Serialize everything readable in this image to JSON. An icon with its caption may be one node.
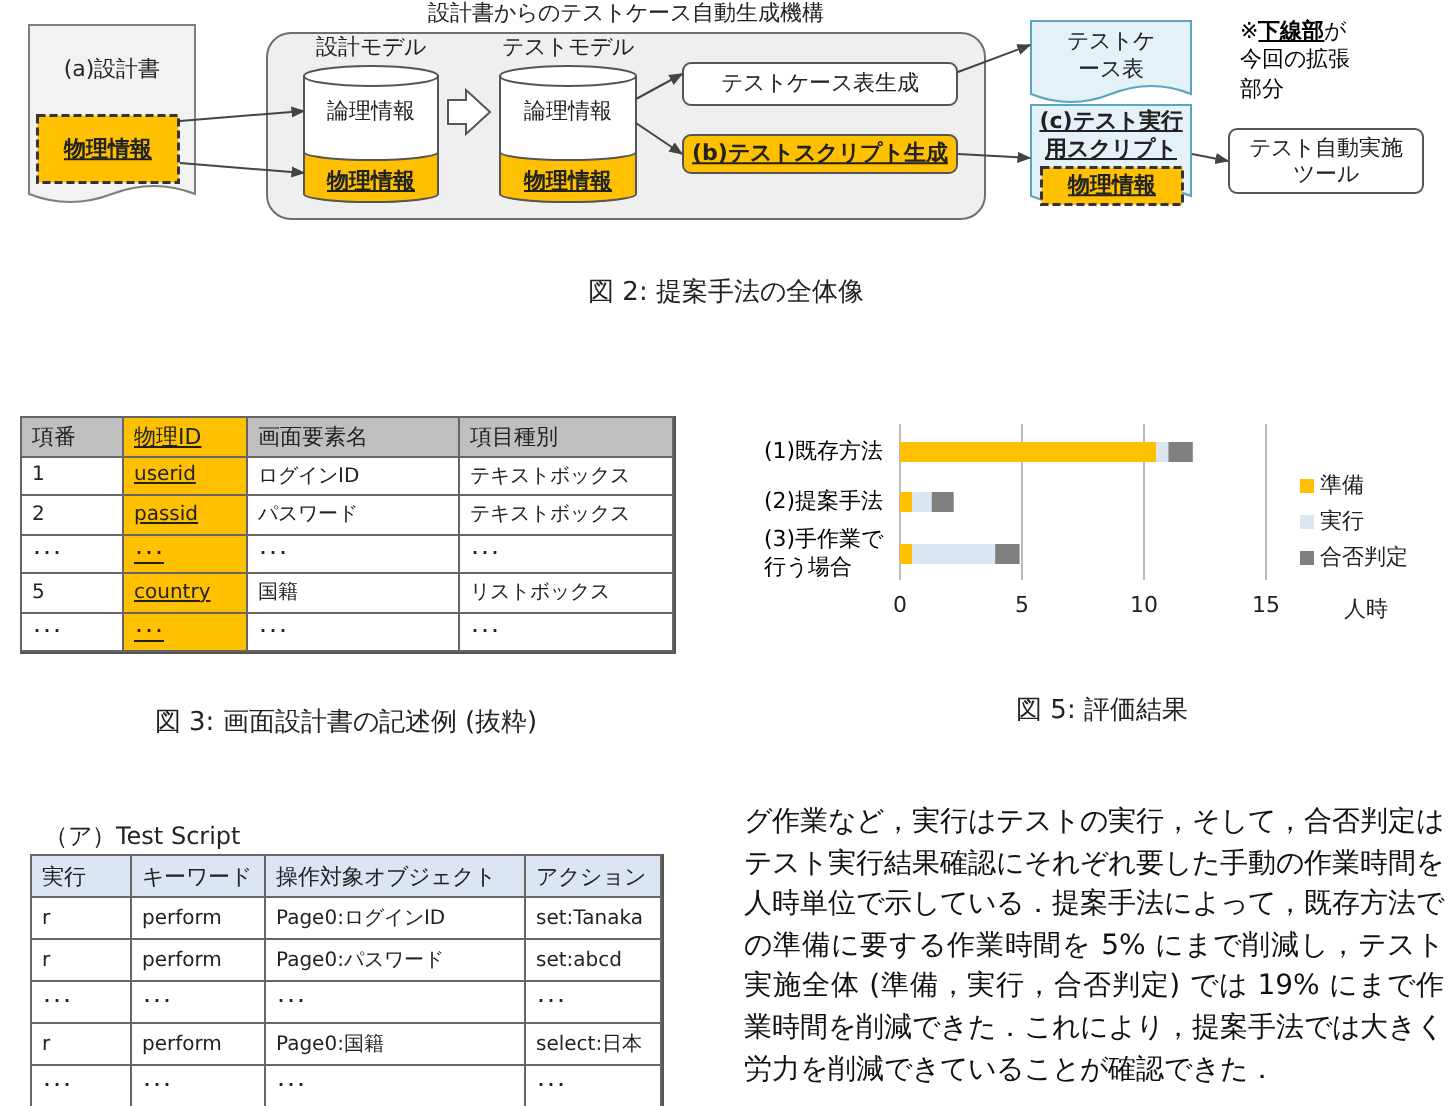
{
  "diagram": {
    "nodes": [
      {
        "text": [
          "(a)設計書"
        ]
      },
      {
        "text": [
          "物理情報"
        ],
        "in": 0
      },
      {
        "text": [
          "設計書からのテストケース自動生成機構"
        ]
      },
      {
        "text": [
          "設計モデル"
        ],
        "in": 2
      },
      {
        "text": [
          "論理情報"
        ],
        "in": 3
      },
      {
        "text": [
          "物理情報"
        ],
        "in": 3
      },
      {
        "text": [
          "テストモデル"
        ],
        "in": 2
      },
      {
        "text": [
          "論理情報"
        ],
        "in": 6
      },
      {
        "text": [
          "物理情報"
        ],
        "in": 6
      },
      {
        "text": [
          "テストケース表生成"
        ],
        "in": 2
      },
      {
        "text": [
          "(b)テストスクリプト生成"
        ],
        "in": 2
      },
      {
        "text": [
          "テストケース表"
        ]
      },
      {
        "text": [
          "(c)テスト実行用スクリプト"
        ]
      },
      {
        "text": [
          "物理情報"
        ],
        "in": 12
      },
      {
        "text": [
          "テスト自動実施ツール"
        ]
      }
    ],
    "edges": [
      {
        "from": 1,
        "to": 4,
        "arrow": "to"
      },
      {
        "from": 1,
        "to": 5,
        "arrow": "to"
      },
      {
        "from": 3,
        "to": 6,
        "arrow": "to"
      },
      {
        "from": 7,
        "to": 9,
        "arrow": "to"
      },
      {
        "from": 7,
        "to": 10,
        "arrow": "to"
      },
      {
        "from": 9,
        "to": 11,
        "arrow": "to"
      },
      {
        "from": 10,
        "to": 12,
        "arrow": "to"
      },
      {
        "from": 12,
        "to": 14,
        "arrow": "to"
      }
    ],
    "labels": [
      "※**下線部**が今回の拡張部分",
      "図 2: 提案手法の全体像",
      "項番",
      "物理ID",
      "画面要素名",
      "項目種別",
      "1",
      "userid",
      "ログインID",
      "テキストボックス",
      "2",
      "passid",
      "パスワード",
      "テキストボックス",
      "･･･",
      "･･･",
      "･･･",
      "･･･",
      "5",
      "country",
      "国籍",
      "リストボックス",
      "･･･",
      "･･･",
      "･･･",
      "･･･",
      "図 3: 画面設計書の記述例 (抜粋)",
      "図 5: 評価結果",
      "（ア）Test Script",
      "実行",
      "キーワード",
      "操作対象オブジェクト",
      "アクション",
      "r",
      "perform",
      "Page0:ログインID",
      "set:Tanaka",
      "r",
      "perform",
      "Page0:パスワード",
      "set:abcd",
      "･･･",
      "･･･",
      "･･･",
      "･･･",
      "r",
      "perform",
      "Page0:国籍",
      "select:日本",
      "･･･",
      "･･･",
      "･･･",
      "･･･",
      "グ作業など，実行はテストの実行，そして，合否判定はテスト実行結果確認にそれぞれ要した手動の作業時間を人時単位で示している．提案手法によって，既存方法での準備に要する作業時間を 5% にまで削減し，テスト実施全体 (準備，実行，合否判定) では 19% にまで作業時間を削減できた．これにより，提案手法では大きく労力を削減できていることが確認できた．"
    ],
    "chart_data": {
      "type": "bar",
      "orientation": "horizontal",
      "stacked": true,
      "xlabel": "人時",
      "categories": [
        "(1)既存方法",
        "(2)提案手法",
        "(3)手作業で行う場合"
      ],
      "xlim": [
        0,
        15
      ],
      "xticks": [
        0,
        5,
        10,
        15
      ],
      "legend": "right",
      "series": [
        {
          "name": "準備",
          "color": "#ffc000",
          "values": [
            10.5,
            0.5,
            0.5
          ]
        },
        {
          "name": "実行",
          "color": "#dce6f2",
          "values": [
            0.5,
            0.8,
            3.4
          ]
        },
        {
          "name": "合否判定",
          "color": "#7f7f7f",
          "values": [
            1.0,
            0.9,
            1.0
          ]
        }
      ]
    }
  }
}
